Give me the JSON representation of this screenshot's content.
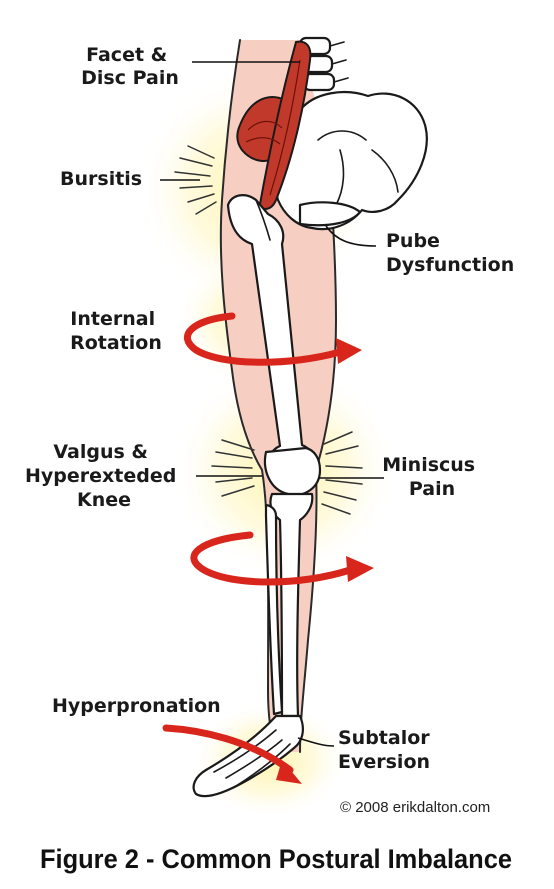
{
  "labels": {
    "facet_line1": "Facet &",
    "facet_line2": "Disc Pain",
    "bursitis": "Bursitis",
    "pube_line1": "Pube",
    "pube_line2": "Dysfunction",
    "internal_line1": "Internal",
    "internal_line2": "Rotation",
    "valgus_line1": "Valgus &",
    "valgus_line2": "Hyperexteded",
    "valgus_line3": "Knee",
    "miniscus_line1": "Miniscus",
    "miniscus_line2": "Pain",
    "hyperpronation": "Hyperpronation",
    "subtalor_line1": "Subtalor",
    "subtalor_line2": "Eversion"
  },
  "copyright": "© 2008 erikdalton.com",
  "caption": "Figure 2 - Common Postural Imbalance",
  "colors": {
    "arrow": "#d9261c",
    "skin": "#f6cfc2",
    "glow": "#fff3a8",
    "muscle": "#c0392b"
  }
}
